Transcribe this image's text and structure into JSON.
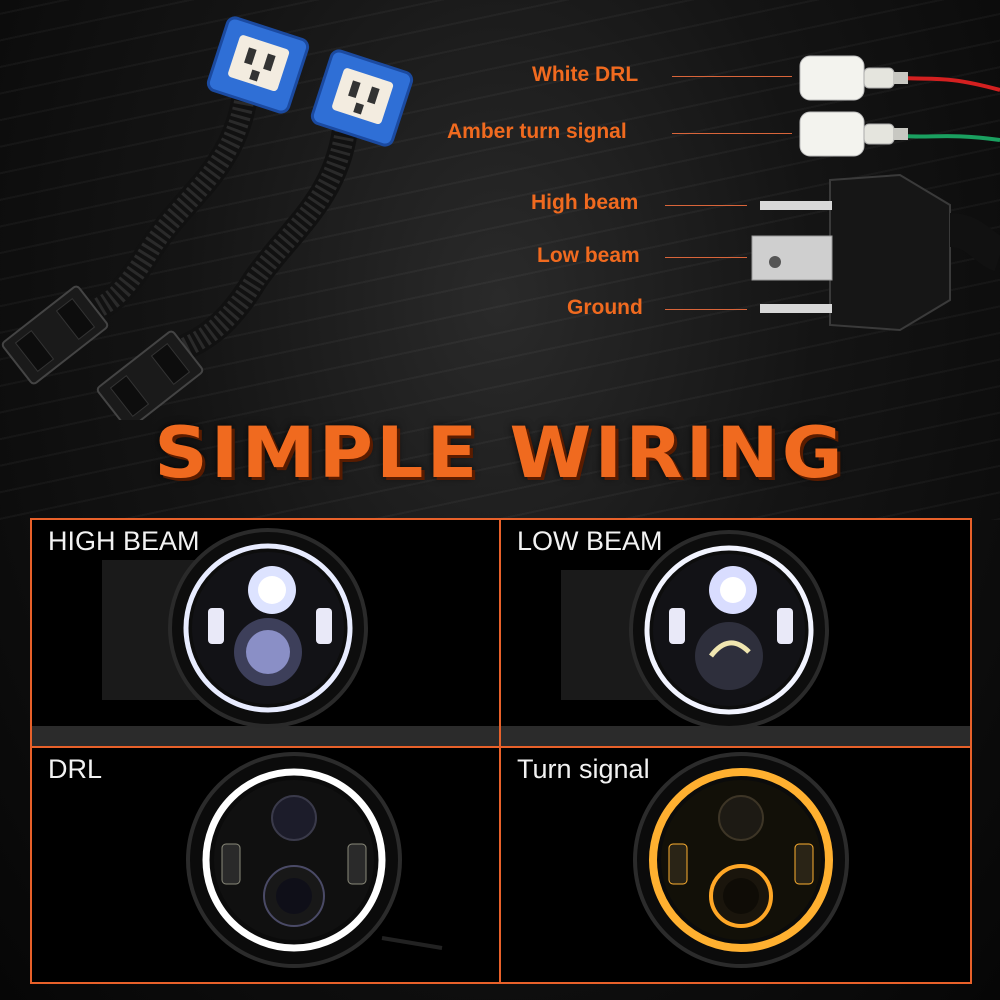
{
  "wiring_labels": [
    {
      "text": "White DRL",
      "color": "#f06a1f"
    },
    {
      "text": "Amber turn signal",
      "color": "#f06a1f"
    },
    {
      "text": "High beam",
      "color": "#f06a1f"
    },
    {
      "text": "Low beam",
      "color": "#f06a1f"
    },
    {
      "text": "Ground",
      "color": "#f06a1f"
    }
  ],
  "heading": "SIMPLE WIRING",
  "panels": [
    {
      "label": "HIGH BEAM"
    },
    {
      "label": "LOW BEAM"
    },
    {
      "label": "DRL"
    },
    {
      "label": "Turn signal"
    }
  ],
  "colors": {
    "accent": "#e8612a",
    "label": "#f06a1f",
    "drl_ring": "#ffffff",
    "turn_ring": "#ffb030"
  }
}
